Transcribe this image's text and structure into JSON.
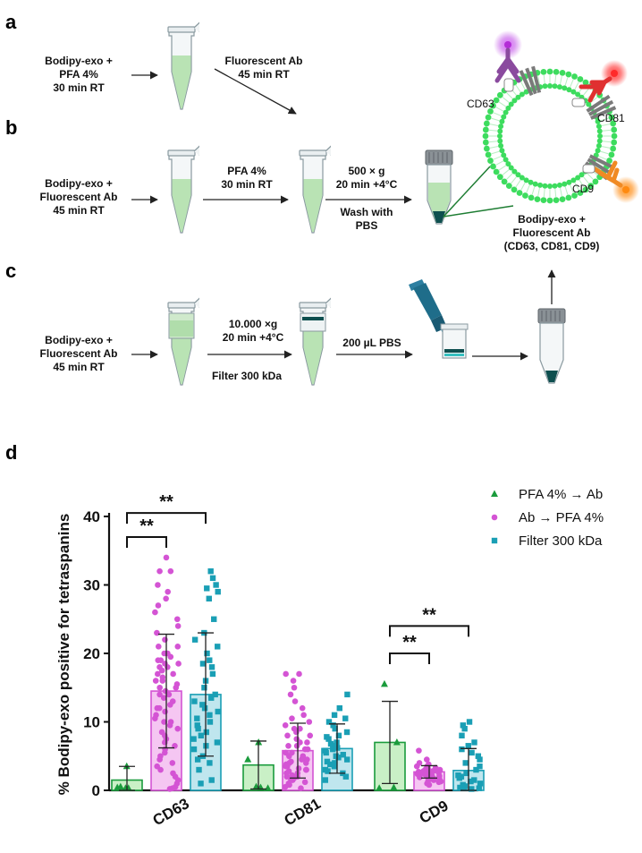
{
  "panels": {
    "a": {
      "letter": "a",
      "step1": [
        "Bodipy-exo  +",
        "PFA 4%",
        "30 min RT"
      ],
      "step2": [
        "Fluorescent Ab",
        "45 min RT"
      ]
    },
    "b": {
      "letter": "b",
      "step1": [
        "Bodipy-exo  +",
        "Fluorescent Ab",
        "45 min RT"
      ],
      "step2": [
        "PFA 4%",
        "30 min RT"
      ],
      "step3_top": [
        "500 × g",
        "20 min +4°C"
      ],
      "step3_bottom": [
        "Wash with",
        "PBS"
      ]
    },
    "c": {
      "letter": "c",
      "step1": [
        "Bodipy-exo  +",
        "Fluorescent Ab",
        "45 min RT"
      ],
      "step2_top": [
        "10.000 ×g",
        "20 min +4°C"
      ],
      "step2_bottom": "Filter 300 kDa",
      "step3": "200 µL PBS"
    },
    "vesicle": {
      "labels": [
        "CD63",
        "CD81",
        "CD9"
      ],
      "caption": [
        "Bodipy-exo +",
        "Fluorescent Ab",
        "(CD63, CD81, CD9)"
      ]
    },
    "d": {
      "letter": "d"
    }
  },
  "colors": {
    "green": "#1a9b3c",
    "green_fill": "#c9f0c6",
    "magenta": "#d454d4",
    "magenta_fill": "#f5c6f2",
    "teal": "#1a9fb5",
    "teal_fill": "#bfe6ee",
    "tube_liquid": "#b9e3b4",
    "dark_teal": "#0e4f4f",
    "vesicle": "#3ddc5e"
  },
  "chart_data": {
    "type": "bar",
    "ylabel": "% Bodipy-exo positive for tetraspanins",
    "ylim": [
      0,
      40
    ],
    "yticks": [
      0,
      10,
      20,
      30,
      40
    ],
    "categories": [
      "CD63",
      "CD81",
      "CD9"
    ],
    "legend_position": "top-right",
    "series": [
      {
        "name": "PFA 4% → Ab",
        "marker": "triangle",
        "means": [
          1.5,
          3.7,
          7.0
        ],
        "sd": [
          2.0,
          3.5,
          6.0
        ],
        "points": [
          [
            3.5,
            0.3,
            0.4,
            0.5,
            0.3
          ],
          [
            7.0,
            4.5,
            0.3,
            0.4,
            0.5
          ],
          [
            15.5,
            7.0,
            0.4,
            0.3
          ]
        ]
      },
      {
        "name": "Ab → PFA 4%",
        "marker": "circle",
        "means": [
          14.5,
          5.8,
          2.7
        ],
        "sd": [
          8.3,
          4.0,
          0.9
        ],
        "points": [
          [
            34,
            32,
            32,
            30,
            29,
            28,
            27,
            26,
            25,
            24,
            23,
            22,
            21,
            21,
            20,
            20,
            19.5,
            19,
            19,
            18.5,
            18.5,
            18,
            18,
            17.5,
            17,
            17,
            16.5,
            16,
            16,
            15.5,
            15,
            15,
            14.5,
            14,
            14,
            13.5,
            13,
            12.5,
            12,
            12,
            11.5,
            11,
            10.5,
            10,
            10,
            9.5,
            9,
            8.5,
            8,
            7.5,
            7,
            6.5,
            6,
            5.5,
            5,
            4.5,
            4,
            3.5,
            3,
            2.5,
            2,
            1.5,
            1,
            0.5,
            0.3,
            0.2
          ],
          [
            17,
            17,
            16,
            15,
            14,
            13,
            12,
            11,
            10.5,
            10,
            9.5,
            9,
            9,
            8.5,
            8,
            8,
            7.5,
            7,
            7,
            6.5,
            6.5,
            6,
            6,
            5.5,
            5.5,
            5,
            5,
            4.8,
            4.5,
            4.5,
            4.2,
            4,
            4,
            3.8,
            3.5,
            3.5,
            3.2,
            3,
            3,
            2.8,
            2.5,
            2.5,
            2.2,
            2,
            2,
            1.8,
            1.5,
            1.5,
            1.2,
            1,
            0.8,
            0.5,
            0.3
          ],
          [
            5.8,
            4.5,
            4,
            3.8,
            3.5,
            3.5,
            3.3,
            3.2,
            3.1,
            3,
            3,
            2.9,
            2.8,
            2.8,
            2.7,
            2.7,
            2.6,
            2.6,
            2.5,
            2.5,
            2.4,
            2.4,
            2.3,
            2.3,
            2.2,
            2.2,
            2.1,
            2,
            2,
            1.9,
            1.8,
            1.8,
            1.7,
            1.6,
            1.5,
            1.4,
            1.3,
            1.2,
            1,
            0.8
          ]
        ]
      },
      {
        "name": "Filter 300 kDa",
        "marker": "square",
        "means": [
          14.0,
          6.1,
          2.9
        ],
        "sd": [
          9.0,
          3.6,
          3.2
        ],
        "points": [
          [
            32,
            31,
            30,
            29.5,
            29,
            28,
            25,
            23,
            22,
            21,
            20,
            19,
            18.5,
            18,
            17,
            16,
            15,
            14,
            13.5,
            13,
            12.5,
            12,
            11.5,
            11,
            10.5,
            10,
            9.5,
            9,
            8.5,
            8,
            7.5,
            7,
            6.5,
            6,
            5,
            4.5,
            4,
            3,
            1.5,
            1
          ],
          [
            14,
            12,
            11,
            10.5,
            10,
            9.5,
            9,
            8.5,
            8,
            7.8,
            7.5,
            7,
            6.8,
            6.5,
            6.2,
            6,
            5.8,
            5.5,
            5.2,
            5,
            4.8,
            4.5,
            4.2,
            4,
            3.8,
            3.5,
            3,
            2.8,
            2.5,
            2,
            1.5
          ],
          [
            10,
            9.5,
            9,
            8,
            7,
            6.5,
            6,
            5.5,
            5,
            4.5,
            4,
            3.5,
            3,
            2.5,
            2.2,
            2,
            1.8,
            1.5,
            1.3,
            1,
            0.8,
            0.6,
            0.5,
            0.4,
            0.3,
            0.2
          ]
        ]
      }
    ],
    "significance": [
      {
        "category": "CD63",
        "from": 0,
        "to": 1,
        "label": "**",
        "level": 37
      },
      {
        "category": "CD63",
        "from": 0,
        "to": 2,
        "label": "**",
        "level": 40.5
      },
      {
        "category": "CD9",
        "from": 0,
        "to": 1,
        "label": "**",
        "level": 20
      },
      {
        "category": "CD9",
        "from": 0,
        "to": 2,
        "label": "**",
        "level": 24
      }
    ]
  }
}
